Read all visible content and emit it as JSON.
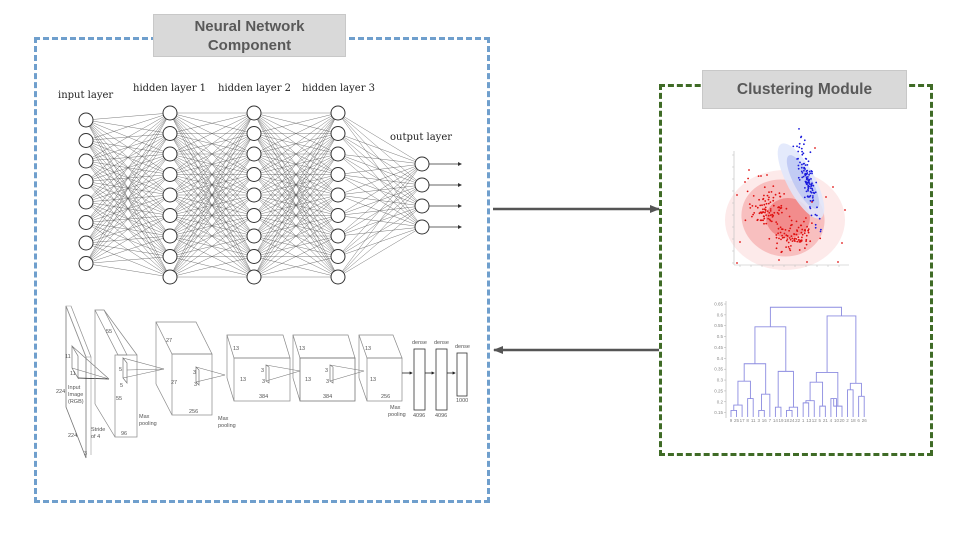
{
  "neural_network": {
    "title": "Neural Network Component",
    "title_lines": [
      "Neural Network",
      "Component"
    ],
    "border_color": "#6f9fcd",
    "mlp": {
      "layers": [
        {
          "label": "input layer",
          "nodes": 8
        },
        {
          "label": "hidden layer 1",
          "nodes": 9
        },
        {
          "label": "hidden layer 2",
          "nodes": 9
        },
        {
          "label": "hidden layer 3",
          "nodes": 9
        },
        {
          "label": "output layer",
          "nodes": 4
        }
      ]
    },
    "cnn": {
      "input": {
        "label_lines": [
          "Input",
          "Image",
          "(RGB)"
        ],
        "size": "224",
        "depth": "3",
        "kernel": "11",
        "stride_lines": [
          "Stride",
          "of 4"
        ]
      },
      "blocks": [
        {
          "spatial": "55",
          "depth": "96",
          "kernel": "5",
          "pool_lines": [
            "Max",
            "pooling"
          ]
        },
        {
          "spatial": "27",
          "depth": "256",
          "kernel": "3",
          "pool_lines": [
            "Max",
            "pooling"
          ]
        },
        {
          "spatial": "13",
          "depth": "384",
          "kernel": "3"
        },
        {
          "spatial": "13",
          "depth": "384",
          "kernel": "3"
        },
        {
          "spatial": "13",
          "depth": "256",
          "pool_lines": [
            "Max",
            "pooling"
          ]
        }
      ],
      "dense": [
        {
          "label": "dense",
          "units": "4096"
        },
        {
          "label": "dense",
          "units": "4096"
        },
        {
          "label": "dense",
          "units": "1000"
        }
      ]
    }
  },
  "clustering": {
    "title": "Clustering Module",
    "border_color": "#3f6b26",
    "scatter": {
      "clusters": [
        {
          "name": "red",
          "color": "#e01010"
        },
        {
          "name": "blue",
          "color": "#1a1adc"
        }
      ]
    },
    "dendrogram": {
      "yticks": [
        "0.65",
        "0.6",
        "0.55",
        "0.5",
        "0.45",
        "0.4",
        "0.35",
        "0.3",
        "0.25",
        "0.2",
        "0.15"
      ],
      "leaves": [
        "9",
        "25",
        "17",
        "8",
        "11",
        "3",
        "16",
        "7",
        "14",
        "19",
        "18",
        "24",
        "22",
        "1",
        "13",
        "12",
        "5",
        "21",
        "4",
        "10",
        "20",
        "2",
        "18",
        "6",
        "26"
      ],
      "line_color": "#8c8ce0"
    }
  },
  "arrows": [
    {
      "name": "nn-to-clustering",
      "direction": "right"
    },
    {
      "name": "clustering-to-nn",
      "direction": "left"
    }
  ]
}
